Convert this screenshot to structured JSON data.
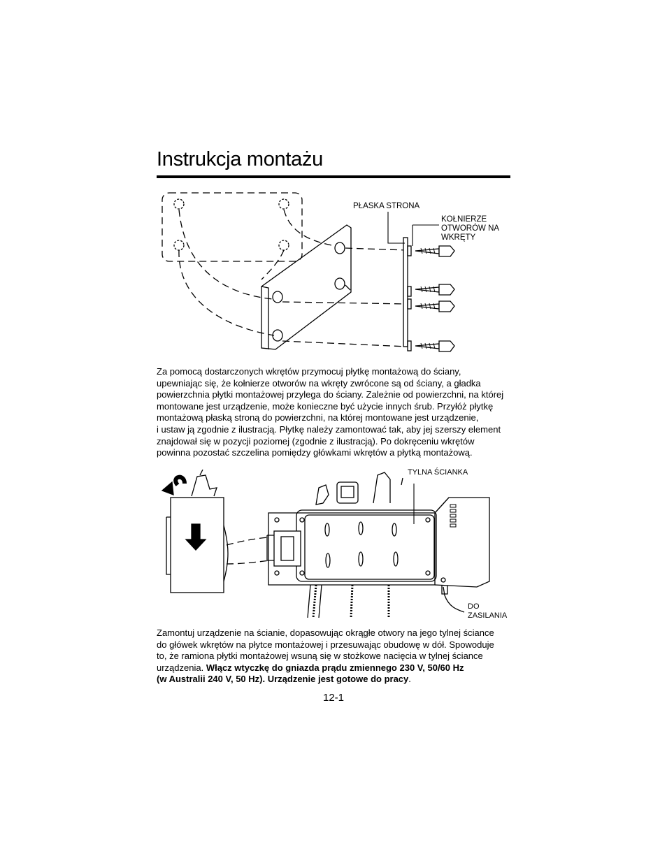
{
  "page": {
    "title": "Instrukcja montażu",
    "page_number": "12-1"
  },
  "figure1": {
    "label_flat_side": "PŁASKA STRONA",
    "label_flanges": [
      "KOŁNIERZE",
      "OTWORÓW NA",
      "WKRĘTY"
    ]
  },
  "paragraph1": {
    "lines": [
      "Za pomocą dostarczonych wkrętów przymocuj płytkę montażową do ściany,",
      "upewniając się, że kołnierze otworów na wkręty zwrócone są od ściany, a gładka",
      "powierzchnia płytki montażowej przylega do ściany. Zależnie od powierzchni, na której",
      "montowane jest urządzenie, może konieczne być użycie innych śrub. Przyłóż płytkę",
      "montażową płaską stroną do powierzchni, na której montowane jest urządzenie,",
      "i ustaw ją zgodnie z ilustracją. Płytkę należy zamontować tak, aby jej szerszy element",
      "znajdował się w pozycji poziomej (zgodnie z ilustracją). Po dokręceniu wkrętów",
      "powinna pozostać szczelina pomiędzy główkami wkrętów a płytką montażową."
    ]
  },
  "figure2": {
    "label_back_wall": "TYLNA ŚCIANKA",
    "label_power": [
      "DO",
      "ZASILANIA"
    ]
  },
  "paragraph2": {
    "line1": "Zamontuj urządzenie na ścianie, dopasowując okrągłe otwory na jego tylnej ściance",
    "line2": "do główek wkrętów na płytce montażowej i przesuwając obudowę w dół. Spowoduje",
    "line3": "to, że ramiona płytki montażowej wsuną się w stożkowe nacięcia w tylnej ściance",
    "line4_normal": "urządzenia. ",
    "line4_bold": "Włącz wtyczkę do gniazda prądu zmiennego 230 V, 50/60 Hz",
    "line5_bold": "(w Australii 240 V, 50 Hz). Urządzenie jest gotowe do pracy",
    "line5_end": "."
  }
}
